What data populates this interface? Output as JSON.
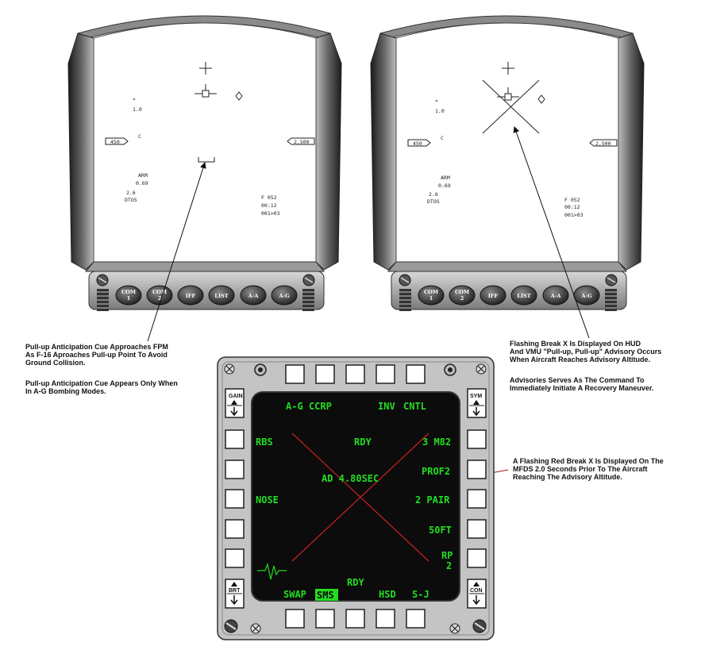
{
  "hud_left": {
    "star": "*",
    "star_value": "1.0",
    "speed": "450",
    "c_label": "C",
    "altitude": "2,500",
    "arm": "ARM",
    "arm_value": "0.69",
    "dist_value": "2.6",
    "dtos": "DTOS",
    "f_line": "F  052",
    "time_line": "00:12",
    "seq_line": "001>03",
    "buttons": [
      "COM 1",
      "COM 2",
      "IFF",
      "LIST",
      "A-A",
      "A-G"
    ]
  },
  "hud_right": {
    "star": "*",
    "star_value": "1.0",
    "speed": "450",
    "c_label": "C",
    "altitude": "2,500",
    "arm": "ARM",
    "arm_value": "0.69",
    "dist_value": "2.6",
    "dtos": "DTOS",
    "f_line": "F  052",
    "time_line": "00:12",
    "seq_line": "001>03",
    "buttons": [
      "COM 1",
      "COM 2",
      "IFF",
      "LIST",
      "A-A",
      "A-G"
    ]
  },
  "annotations": {
    "left_cue": [
      "Pull-up Anticipation Cue Approaches FPM",
      "As F-16 Aproaches Pull-up Point To Avoid",
      "Ground Collision."
    ],
    "left_cue_note": [
      "Pull-up Anticipation Cue Appears Only When",
      "In A-G Bombing Modes."
    ],
    "right_break": [
      "Flashing Break  X Is Displayed On HUD",
      "And VMU \"Pull-up, Pull-up\" Advisory Occurs",
      "When Aircraft Reaches Advisory Altitude."
    ],
    "right_advisory": [
      "Advisories Serves As The Command To",
      "Immediately Initiate A Recovery Maneuver."
    ],
    "mfd_break": [
      "A Flashing Red Break  X  Is Displayed On The",
      "MFDS  2.0 Seconds Prior To The Aircraft",
      "Reaching The Advisory Altitude."
    ]
  },
  "mfd": {
    "top_left": "A-G CCRP",
    "top_inv": "INV",
    "top_cntl": "CNTL",
    "left_1": "RBS",
    "left_3": "NOSE",
    "center_rdy": "RDY",
    "center_ad": "AD 4.80SEC",
    "bottom_rdy": "RDY",
    "right_1": "3 M82",
    "right_2": "PROF2",
    "right_3": "2 PAIR",
    "right_4": "50FT",
    "right_5a": "RP",
    "right_5b": "2",
    "bottom_swap": "SWAP",
    "bottom_sms": "SMS",
    "bottom_hsd": "HSD",
    "bottom_sj": "S-J",
    "rocker_gain": "GAIN",
    "rocker_sym": "SYM",
    "rocker_brt": "BRT",
    "rocker_con": "CON",
    "colors": {
      "screen": "#0c0c0c",
      "symbology": "#22dd22",
      "break_x": "#cc2222",
      "bezel": "#bdbdbd"
    }
  }
}
